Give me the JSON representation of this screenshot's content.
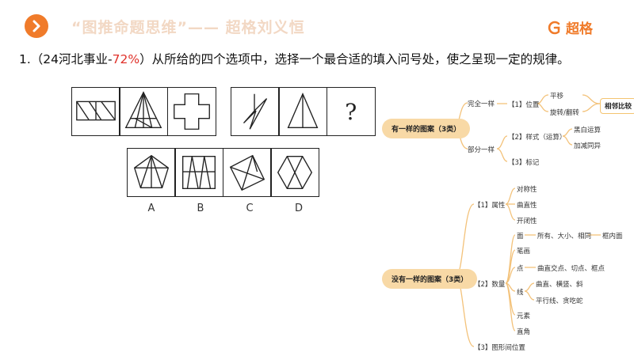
{
  "header": {
    "title": "“图推命题思维”—— 超格刘义恒",
    "brand": "超格",
    "colors": {
      "accent": "#f07b2a",
      "title_faded": "#f2d8c4",
      "highlight": "#e0312a"
    }
  },
  "question": {
    "prefix": "1.（24河北事业-",
    "percent": "72%",
    "suffix": "）从所给的四个选项中，选择一个最合适的填入问号处，使之呈现一定的规律。"
  },
  "puzzle": {
    "question_mark": "?",
    "options": [
      "A",
      "B",
      "C",
      "D"
    ]
  },
  "mindmap": {
    "branch1": {
      "root": "有一样的图案（3类）",
      "l1_full": "完全一样",
      "l2_position": "【1】位置",
      "l3_translate": "平移",
      "l3_rotate": "旋转/翻转",
      "tag_adjacent": "相邻比较",
      "l1_partial": "部分一样",
      "l2_style": "【2】样式（运算）",
      "l3_bw": "黑白运算",
      "l3_addsub": "加减同异",
      "l2_mark": "【3】标记"
    },
    "branch2": {
      "root": "没有一样的图案（3类）",
      "l1_attr": "【1】属性",
      "attr_sym": "对称性",
      "attr_curve": "曲直性",
      "attr_open": "开闭性",
      "l1_count": "【2】数量",
      "c_face": "面",
      "c_face_detail": "所有、大小、相同",
      "c_face_inner": "框内面",
      "c_stroke": "笔画",
      "c_point": "点",
      "c_point_detail": "曲直交点、切点、框点",
      "c_line": "线",
      "c_line_a": "曲直、横竖、斜",
      "c_line_b": "平行线、贪吃蛇",
      "c_element": "元素",
      "c_angle": "直角",
      "l1_relation": "【3】图形间位置"
    }
  }
}
